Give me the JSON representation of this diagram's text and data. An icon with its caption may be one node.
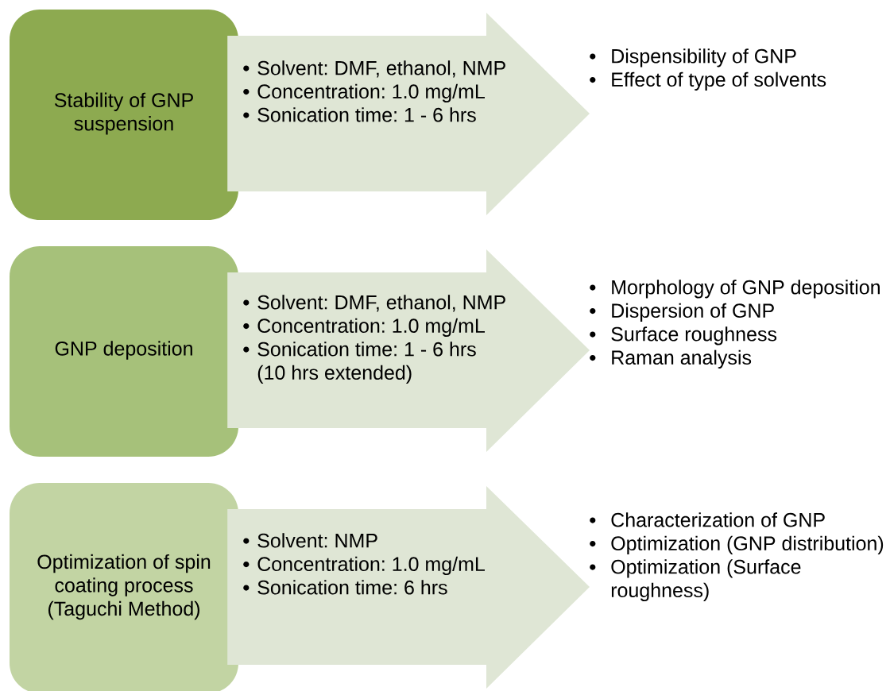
{
  "diagram": {
    "nodes": [
      {
        "text": [
          "Stability of GNP suspension"
        ]
      },
      {
        "text": [
          "Solvent: DMF, ethanol, NMP",
          "Concentration: 1.0 mg/mL",
          "Sonication time: 1 - 6 hrs"
        ]
      },
      {
        "text": [
          "Dispensibility of GNP",
          "Effect of type of solvents"
        ]
      },
      {
        "text": [
          "GNP deposition"
        ]
      },
      {
        "text": [
          "Solvent: DMF, ethanol, NMP",
          "Concentration: 1.0 mg/mL",
          "Sonication time: 1 - 6 hrs (10 hrs extended)"
        ]
      },
      {
        "text": [
          "Morphology of GNP deposition",
          "Dispersion of GNP",
          "Surface roughness",
          "Raman analysis"
        ]
      },
      {
        "text": [
          "Optimization of spin coating process (Taguchi Method)"
        ]
      },
      {
        "text": [
          "Solvent: NMP",
          "Concentration: 1.0 mg/mL",
          "Sonication time: 6 hrs"
        ]
      },
      {
        "text": [
          "Characterization of GNP",
          "Optimization (GNP distribution)",
          "Optimization (Surface roughness)"
        ]
      }
    ],
    "edges": [
      {
        "from": 0,
        "to": 2,
        "arrow": "to"
      },
      {
        "from": 3,
        "to": 5,
        "arrow": "to"
      },
      {
        "from": 6,
        "to": 8,
        "arrow": "to"
      }
    ]
  }
}
